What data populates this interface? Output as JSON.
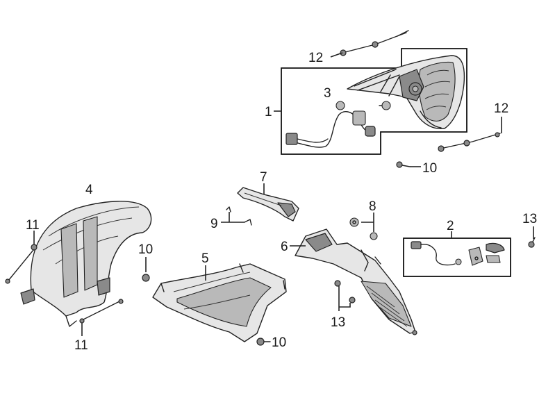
{
  "callouts": {
    "c1": "1",
    "c2": "2",
    "c3": "3",
    "c4": "4",
    "c5": "5",
    "c6": "6",
    "c7": "7",
    "c8": "8",
    "c9": "9",
    "c10a": "10",
    "c10b": "10",
    "c10c": "10",
    "c11a": "11",
    "c11b": "11",
    "c12a": "12",
    "c12b": "12",
    "c13a": "13",
    "c13b": "13"
  },
  "colors": {
    "ink": "#222222",
    "fill_light": "#e6e6e6",
    "fill_dark": "#8a8a8a",
    "background": "#ffffff"
  }
}
